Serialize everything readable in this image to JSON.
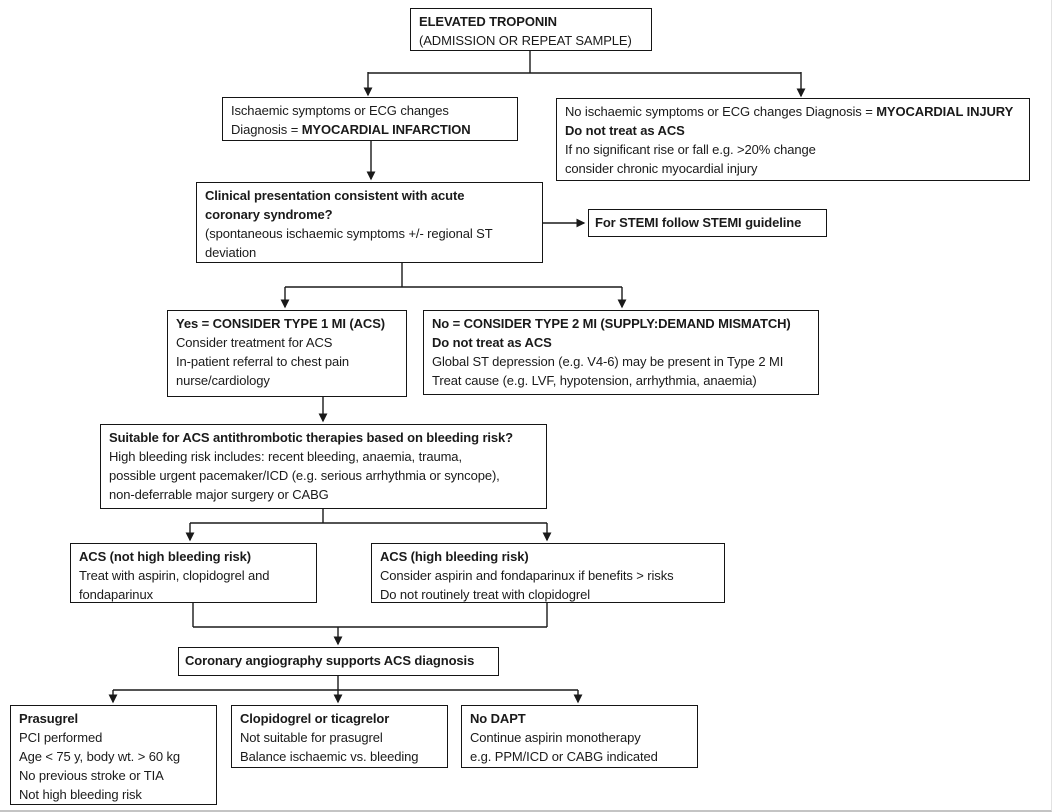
{
  "title": "Elevated troponin ACS assessment flowchart",
  "colors": {
    "box_border": "#151515",
    "connector": "#1a1a1a",
    "background": "#ffffff",
    "text": "#1a1a1a",
    "page_edge": "#c4c4c4"
  },
  "boxes": {
    "troponin": {
      "title": "ELEVATED TROPONIN",
      "subtitle": "(ADMISSION OR REPEAT SAMPLE)"
    },
    "mi": {
      "line1": "Ischaemic symptoms or ECG changes",
      "line2_label": "Diagnosis = ",
      "line2_value": "MYOCARDIAL INFARCTION"
    },
    "injury": {
      "line1_label": "No ischaemic symptoms or ECG changes Diagnosis = ",
      "line1_value": "MYOCARDIAL INJURY",
      "line2": "Do not treat as ACS",
      "line3": "If no significant rise or fall e.g. >20% change",
      "line4": "consider chronic myocardial injury"
    },
    "clinical": {
      "q1": "Clinical presentation consistent with acute",
      "q2": "coronary syndrome?",
      "note1": "(spontaneous ischaemic symptoms +/- regional ST",
      "note2": "deviation"
    },
    "stemi": {
      "text": "For STEMI follow STEMI guideline"
    },
    "type1": {
      "line1": "Yes = CONSIDER TYPE 1 MI (ACS)",
      "line2": "Consider treatment for ACS",
      "line3": "In-patient referral to chest pain",
      "line4": "nurse/cardiology"
    },
    "type2": {
      "line1": "No = CONSIDER TYPE 2 MI (SUPPLY:DEMAND MISMATCH)",
      "line2": "Do not treat as ACS",
      "line3": "Global ST depression (e.g. V4-6) may be present in Type 2 MI",
      "line4": "Treat cause (e.g. LVF, hypotension, arrhythmia, anaemia)"
    },
    "bleeding": {
      "line1": "Suitable for ACS antithrombotic therapies based on bleeding risk?",
      "line2": "High bleeding risk includes: recent bleeding, anaemia, trauma,",
      "line3": "possible urgent pacemaker/ICD (e.g. serious arrhythmia or syncope),",
      "line4": "non-deferrable major surgery or CABG"
    },
    "acs_low": {
      "line1": "ACS (not high bleeding risk)",
      "line2": "Treat with aspirin, clopidogrel and",
      "line3": "fondaparinux"
    },
    "acs_high": {
      "line1": "ACS (high bleeding risk)",
      "line2": "Consider aspirin and fondaparinux if benefits > risks",
      "line3": "Do not routinely treat with clopidogrel"
    },
    "angio": {
      "text": "Coronary angiography supports ACS diagnosis"
    },
    "prasugrel": {
      "line1": "Prasugrel",
      "line2": "PCI performed",
      "line3": "Age < 75 y, body wt. > 60 kg",
      "line4": "No previous stroke or TIA",
      "line5": "Not high bleeding risk"
    },
    "clopidogrel": {
      "line1": "Clopidogrel or ticagrelor",
      "line2": "Not suitable for prasugrel",
      "line3": "Balance ischaemic vs. bleeding"
    },
    "no_dapt": {
      "line1": "No DAPT",
      "line2": "Continue aspirin monotherapy",
      "line3": "e.g. PPM/ICD or CABG indicated"
    }
  }
}
